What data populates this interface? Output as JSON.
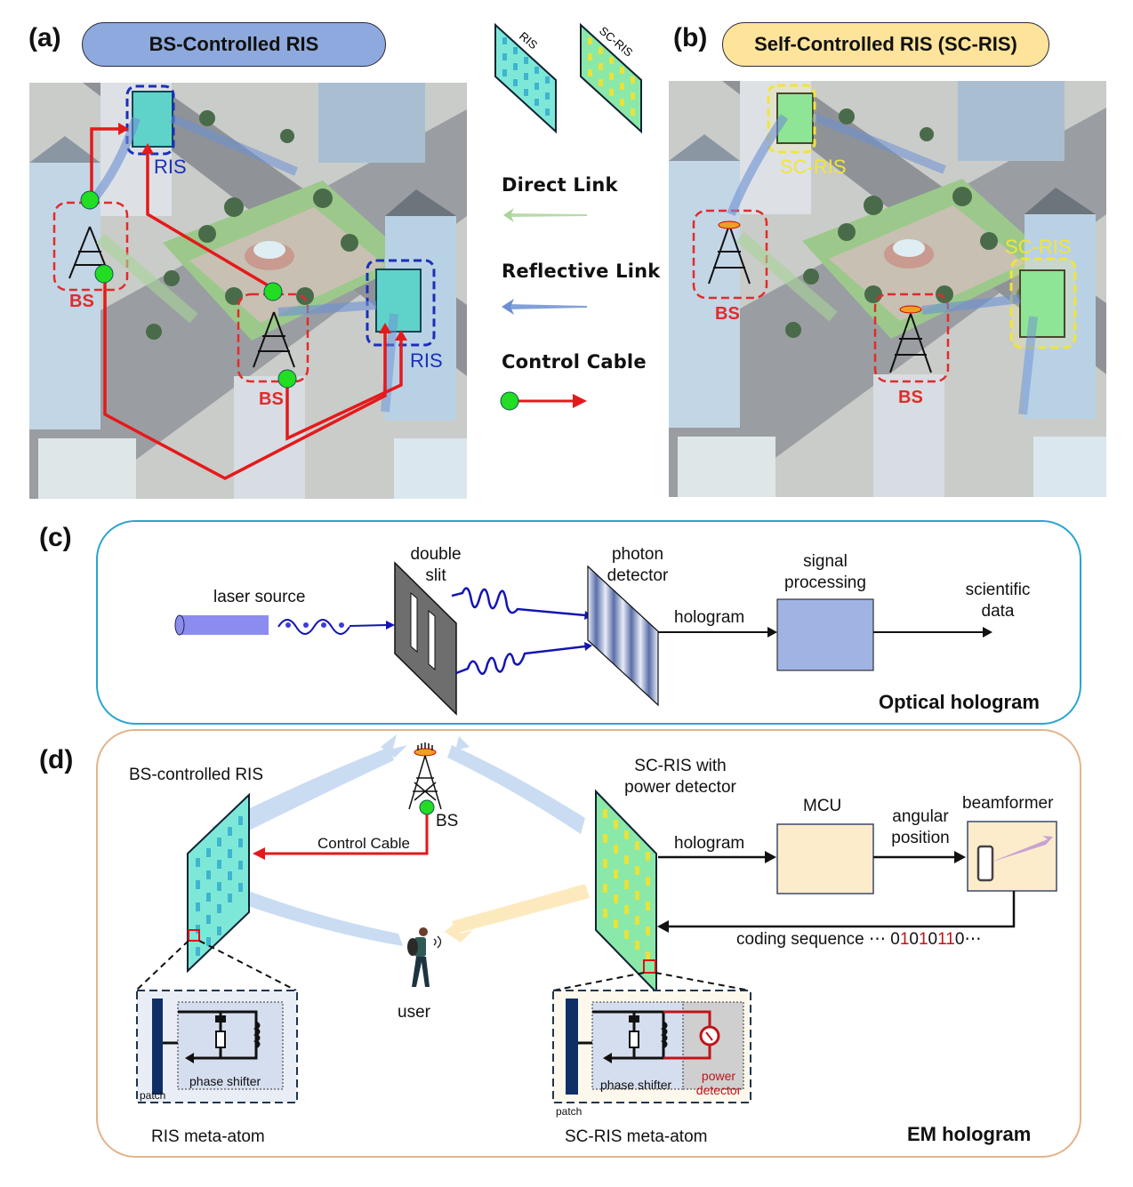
{
  "panels": {
    "a": {
      "label": "(a)",
      "title": "BS-Controlled RIS",
      "title_color": "#8ea9dd",
      "tags": {
        "ris_top": "RIS",
        "ris_right": "RIS",
        "bs_left": "BS",
        "bs_center": "BS"
      }
    },
    "b": {
      "label": "(b)",
      "title": "Self-Controlled RIS (SC-RIS)",
      "title_color": "#fde49a",
      "tags": {
        "scris_top": "SC-RIS",
        "scris_right": "SC-RIS",
        "bs_left": "BS",
        "bs_center": "BS"
      }
    },
    "c": {
      "label": "(c)"
    },
    "d": {
      "label": "(d)"
    }
  },
  "legend": {
    "ris_tile": "RIS",
    "scris_tile": "SC-RIS",
    "items": [
      {
        "label": "Direct Link",
        "color": "#a9d39a"
      },
      {
        "label": "Reflective Link",
        "color": "#6c8fd4"
      },
      {
        "label": "Control Cable",
        "color": "#e5191b",
        "node_color": "#22dd22"
      }
    ]
  },
  "optical": {
    "laser_source": "laser source",
    "double_slit": [
      "double",
      "slit"
    ],
    "photon_detector": [
      "photon",
      "detector"
    ],
    "hologram": "hologram",
    "signal_processing": [
      "signal",
      "processing"
    ],
    "scientific_data": [
      "scientific",
      "data"
    ],
    "corner_title": "Optical hologram",
    "accent": "#2aa4cf"
  },
  "em": {
    "bs_controlled_ris": "BS-controlled RIS",
    "bs": "BS",
    "control_cable": "Control Cable",
    "scris_title": [
      "SC-RIS with",
      "power detector"
    ],
    "mcu": "MCU",
    "hologram": "hologram",
    "angular_position": [
      "angular",
      "position"
    ],
    "beamformer": "beamformer",
    "coding_prefix": "coding sequence ⋯ ",
    "coding_bits": [
      {
        "b": "0",
        "red": false
      },
      {
        "b": "1",
        "red": true
      },
      {
        "b": "0",
        "red": false
      },
      {
        "b": "1",
        "red": true
      },
      {
        "b": "0",
        "red": false
      },
      {
        "b": "1",
        "red": true
      },
      {
        "b": "1",
        "red": true
      },
      {
        "b": "0",
        "red": false
      }
    ],
    "coding_suffix": "⋯",
    "user": "user",
    "ris_atom": {
      "phase_shifter": "phase shifter",
      "patch": "patch",
      "caption": "RIS meta-atom"
    },
    "scris_atom": {
      "phase_shifter": "phase shifter",
      "power_detector": [
        "power",
        "detector"
      ],
      "patch": "patch",
      "caption": "SC-RIS meta-atom"
    },
    "corner_title": "EM hologram",
    "accent": "#e3b48c"
  }
}
